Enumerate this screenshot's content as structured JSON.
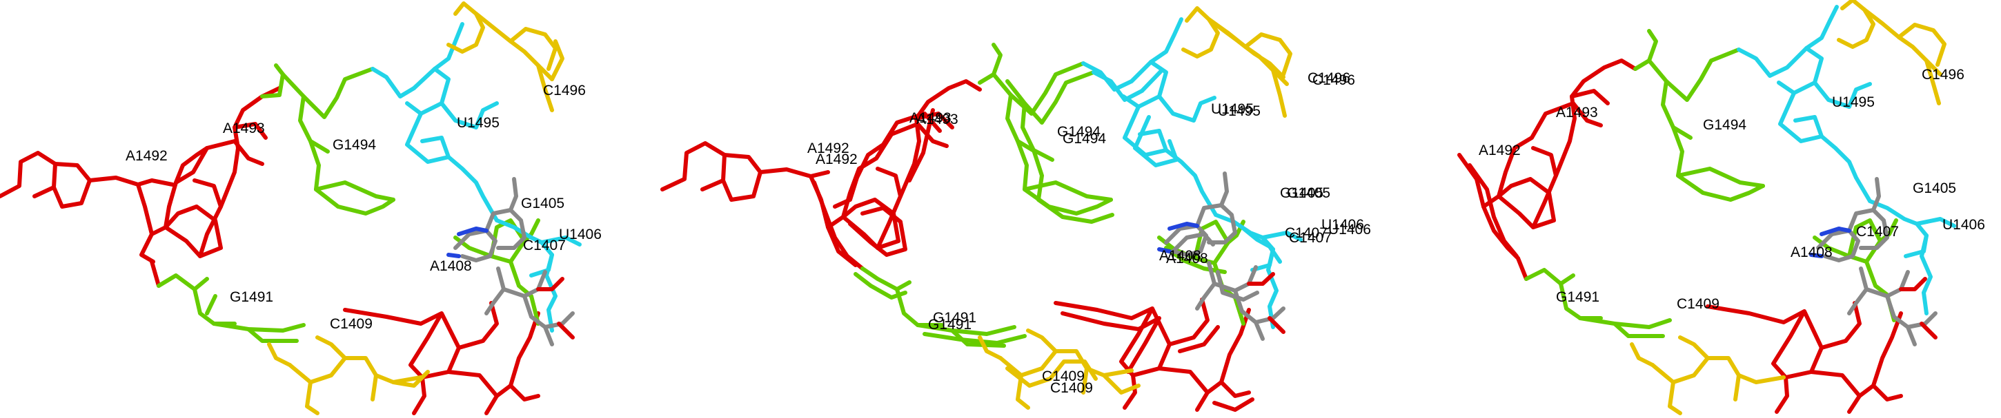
{
  "colors": {
    "red": "#dd0000",
    "green": "#66cc00",
    "cyan": "#22d4e8",
    "yellow": "#e6c200",
    "gray": "#888888",
    "blue": "#2244dd"
  },
  "panels": [
    {
      "labels": [
        "A1492",
        "A1493",
        "G1494",
        "U1495",
        "C1496",
        "G1405",
        "U1406",
        "C1407",
        "A1408",
        "G1491",
        "C1409"
      ]
    },
    {
      "labels": [
        "A1492",
        "A1492",
        "A1493",
        "A1493",
        "G1494",
        "G1494",
        "U1495",
        "U1495",
        "C1496",
        "C1496",
        "G1405",
        "G1405",
        "U1406",
        "U1406",
        "C1407",
        "C1407",
        "A1408",
        "A1408",
        "G1491",
        "G1491",
        "C1409",
        "C1409"
      ]
    },
    {
      "labels": [
        "A1492",
        "A1493",
        "G1494",
        "U1495",
        "C1496",
        "G1405",
        "U1406",
        "C1407",
        "A1408",
        "G1491",
        "C1409"
      ]
    }
  ]
}
